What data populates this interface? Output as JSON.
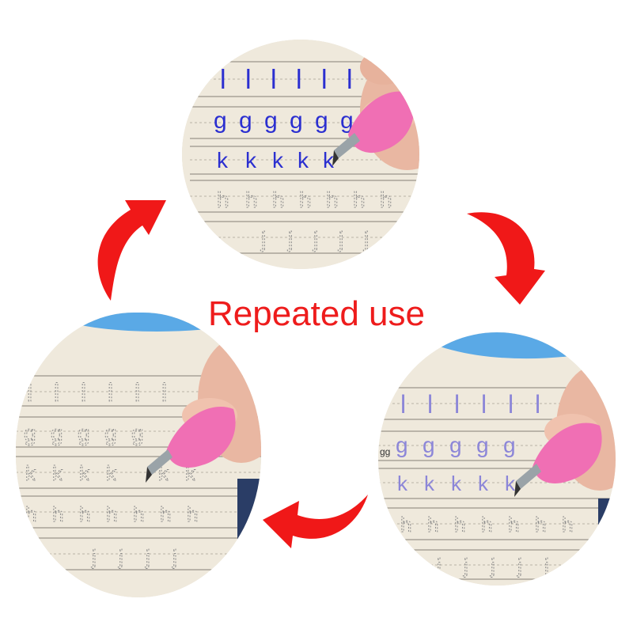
{
  "caption": "Repeated use",
  "colors": {
    "caption": "#ee1c1c",
    "arrow": "#f01818",
    "ink_blue": "#2b2fd0",
    "ink_faded": "#8c86d8",
    "guide_gray": "#8a8a8a",
    "paper": "#efe9dc",
    "grip": "#f06fb4"
  },
  "panels": [
    {
      "id": "top",
      "rows": [
        "l",
        "g",
        "k",
        "h",
        "j"
      ],
      "state": "written-blue"
    },
    {
      "id": "right",
      "rows": [
        "l",
        "g",
        "k",
        "h",
        "j"
      ],
      "state": "fading"
    },
    {
      "id": "left",
      "rows": [
        "l",
        "g",
        "k",
        "h",
        "j"
      ],
      "state": "blank-guides"
    }
  ],
  "side_label": "gg"
}
